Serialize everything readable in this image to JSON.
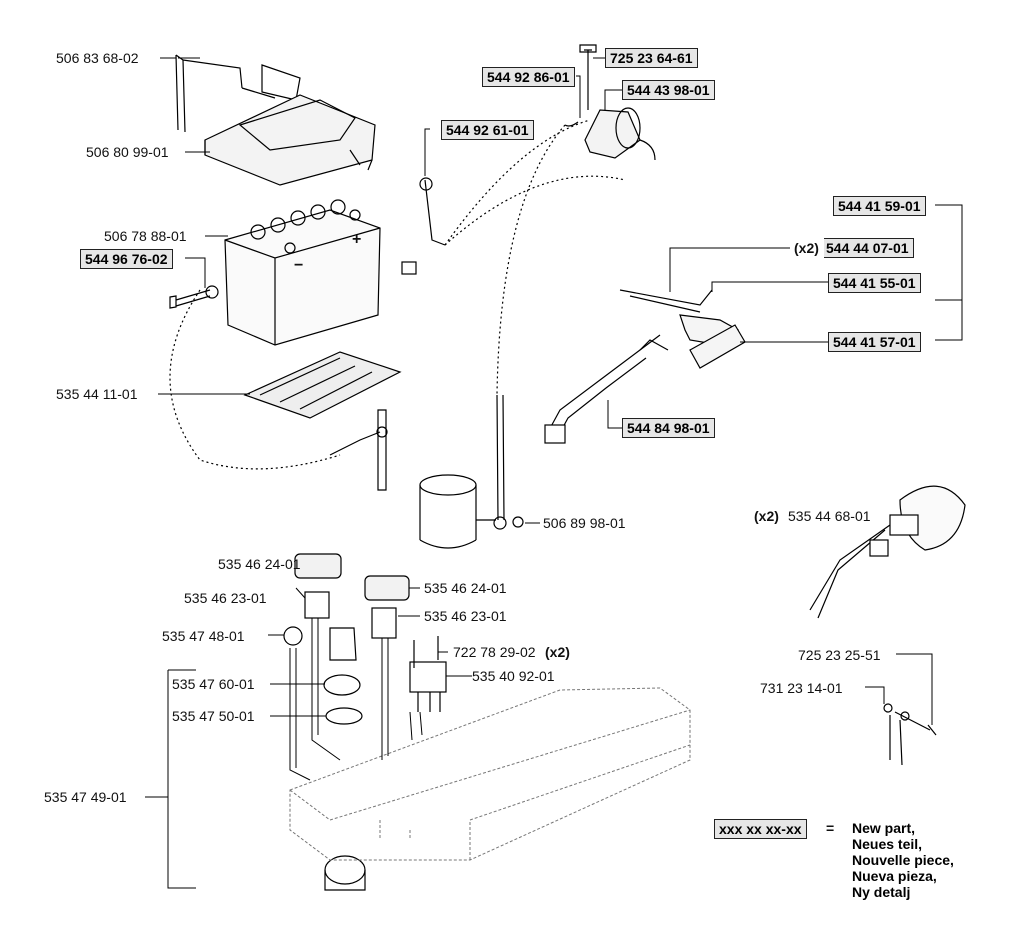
{
  "parts": {
    "p_506_83_68_02": "506 83 68-02",
    "p_506_80_99_01": "506 80 99-01",
    "p_506_78_88_01": "506 78 88-01",
    "p_544_96_76_02": "544 96 76-02",
    "p_535_44_11_01": "535 44 11-01",
    "p_544_92_61_01": "544 92 61-01",
    "p_544_92_86_01": "544 92 86-01",
    "p_725_23_64_61": "725 23 64-61",
    "p_544_43_98_01": "544 43 98-01",
    "p_544_41_59_01": "544 41 59-01",
    "p_544_44_07_01": "544 44 07-01",
    "p_544_41_55_01": "544 41 55-01",
    "p_544_41_57_01": "544 41 57-01",
    "p_544_84_98_01": "544 84 98-01",
    "p_506_89_98_01": "506 89 98-01",
    "p_535_44_68_01": "535 44 68-01",
    "p_725_23_25_51": "725 23 25-51",
    "p_731_23_14_01": "731 23 14-01",
    "p_535_46_24_01_a": "535 46 24-01",
    "p_535_46_24_01_b": "535 46 24-01",
    "p_535_46_23_01_a": "535 46 23-01",
    "p_535_46_23_01_b": "535 46 23-01",
    "p_535_47_48_01": "535 47 48-01",
    "p_722_78_29_02": "722 78 29-02",
    "p_535_47_60_01": "535 47 60-01",
    "p_535_40_92_01": "535 40 92-01",
    "p_535_47_50_01": "535 47 50-01",
    "p_535_47_49_01": "535 47 49-01"
  },
  "qty": {
    "x2": "(x2)"
  },
  "battery": {
    "plus": "+",
    "minus": "−"
  },
  "legend": {
    "sample": "xxx xx xx-xx",
    "equals": "=",
    "lines": [
      "New part,",
      "Neues teil,",
      "Nouvelle piece,",
      "Nueva pieza,",
      "Ny detalj"
    ]
  }
}
